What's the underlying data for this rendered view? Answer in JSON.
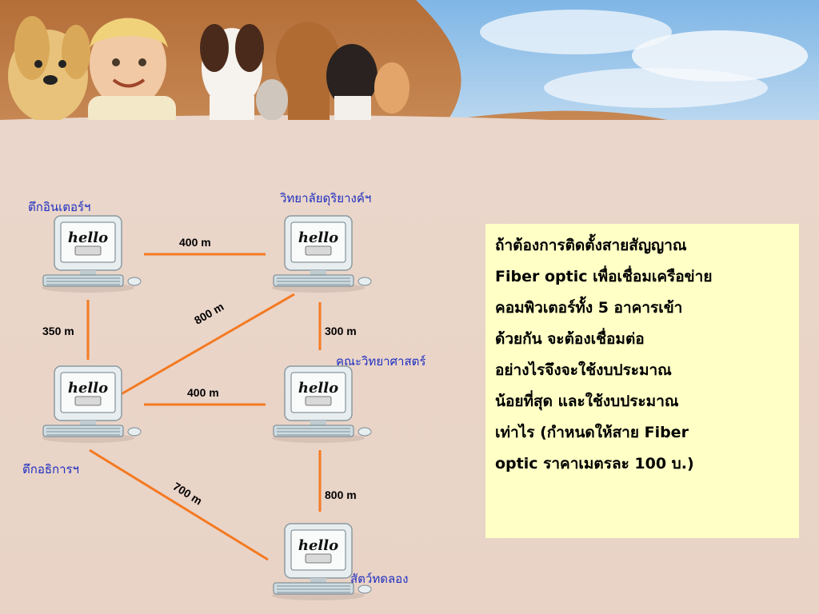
{
  "nodes": [
    {
      "id": "inter",
      "label": "ตึกอินเตอร์ฯ",
      "screen_text": "hello"
    },
    {
      "id": "duriyang",
      "label": "วิทยาลัยดุริยางค์ฯ",
      "screen_text": "hello"
    },
    {
      "id": "athikarn",
      "label": "ตึกอธิการฯ",
      "screen_text": "hello"
    },
    {
      "id": "science",
      "label": "คณะวิทยาศาสตร์",
      "screen_text": "hello"
    },
    {
      "id": "animal",
      "label": "สัตว์ทดลอง",
      "screen_text": "hello"
    }
  ],
  "links": [
    {
      "from": "inter",
      "to": "duriyang",
      "distance": "400 m"
    },
    {
      "from": "inter",
      "to": "athikarn",
      "distance": "350 m"
    },
    {
      "from": "athikarn",
      "to": "duriyang",
      "distance": "800 m"
    },
    {
      "from": "duriyang",
      "to": "science",
      "distance": "300 m"
    },
    {
      "from": "athikarn",
      "to": "science",
      "distance": "400 m"
    },
    {
      "from": "athikarn",
      "to": "animal",
      "distance": "700 m"
    },
    {
      "from": "science",
      "to": "animal",
      "distance": "800 m"
    }
  ],
  "question": {
    "lines": [
      "ถ้าต้องการติดตั้งสายสัญญาณ",
      "Fiber optic เพื่อเชื่อมเครือข่าย",
      "คอมพิวเตอร์ทั้ง 5 อาคารเข้า",
      "ด้วยกัน  จะต้องเชื่อมต่อ",
      "อย่างไรจึงจะใช้งบประมาณ",
      "น้อยที่สุด และใช้งบประมาณ",
      "เท่าไร (กำหนดให้สาย Fiber",
      "optic ราคาเมตรละ 100 บ.)"
    ]
  },
  "colors": {
    "link": "#f47a22",
    "label": "#1e2fc0",
    "box": "#ffffc6",
    "background": "#ead7cc"
  },
  "icons": {
    "computer": "computer-icon",
    "pets_banner": "pets-photo-banner"
  }
}
